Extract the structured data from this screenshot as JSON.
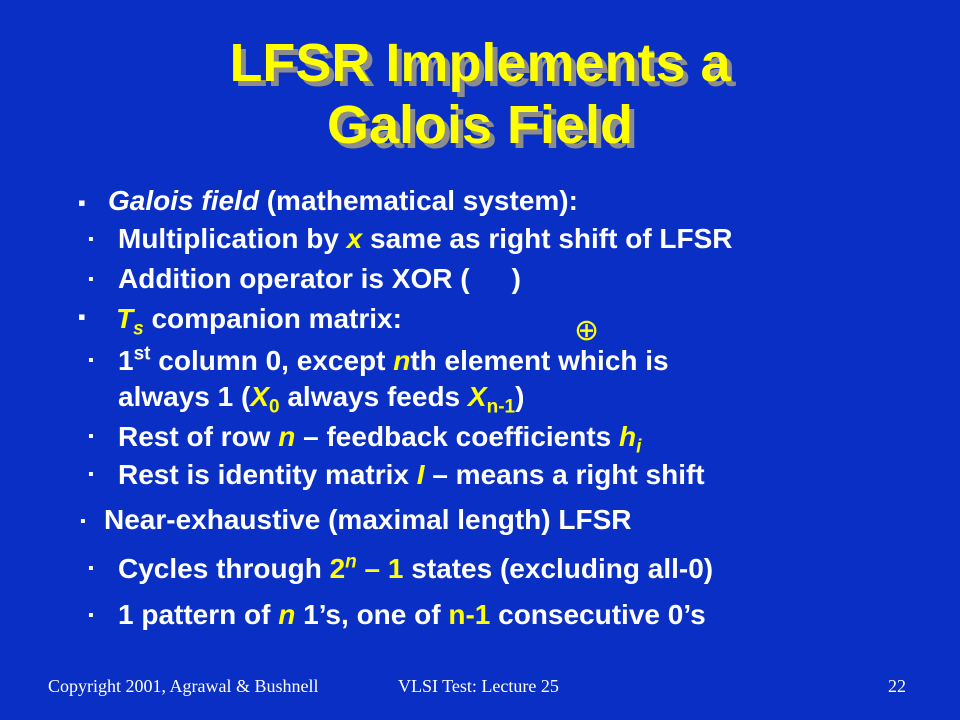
{
  "title": {
    "line1": "LFSR Implements a",
    "line2": "Galois Field"
  },
  "bullets": {
    "b1": {
      "italic": "Galois field",
      "rest": " (mathematical system):"
    },
    "b1a": {
      "pre": "Multiplication by ",
      "var": "x",
      "post": " same as right shift of LFSR"
    },
    "b1b": {
      "pre": "Addition operator is XOR (",
      "post": ")"
    },
    "xor_symbol": "⊕",
    "b2": {
      "var": "T",
      "sub": "s",
      "rest": " companion matrix:"
    },
    "b2a": {
      "num": "1",
      "sup": "st",
      "mid": " column 0, except ",
      "var": "n",
      "post": "th element which is"
    },
    "b2a2": {
      "pre": "always 1 (",
      "x0": "X",
      "x0sub": "0",
      "mid": " always feeds ",
      "xn": "X",
      "xnsub": "n-1",
      "post": ")"
    },
    "b2b": {
      "pre": "Rest of row ",
      "var": "n",
      "mid": " – feedback coefficients ",
      "h": "h",
      "hsub": "i"
    },
    "b2c": {
      "pre": "Rest is identity matrix ",
      "var": "I",
      "post": " – means a right shift"
    },
    "b3": {
      "text": "Near-exhaustive (maximal length) LFSR"
    },
    "b3a": {
      "pre": "Cycles through ",
      "two": "2",
      "sup": "n",
      "minus": " – 1",
      "post": " states (excluding all-0)"
    },
    "b3b": {
      "pre": "1 pattern of ",
      "n1": "n",
      "mid": " 1’s,  one of ",
      "n2": "n-1",
      "post": " consecutive 0’s"
    }
  },
  "bullet_glyphs": {
    "square": "▪",
    "small_square": "▪"
  },
  "footer": {
    "copyright": "Copyright 2001, Agrawal & Bushnell",
    "course": "VLSI Test: Lecture 25",
    "page": "22"
  },
  "colors": {
    "background": "#0a2fc4",
    "accent": "#ffff00",
    "text": "#ffffff"
  }
}
